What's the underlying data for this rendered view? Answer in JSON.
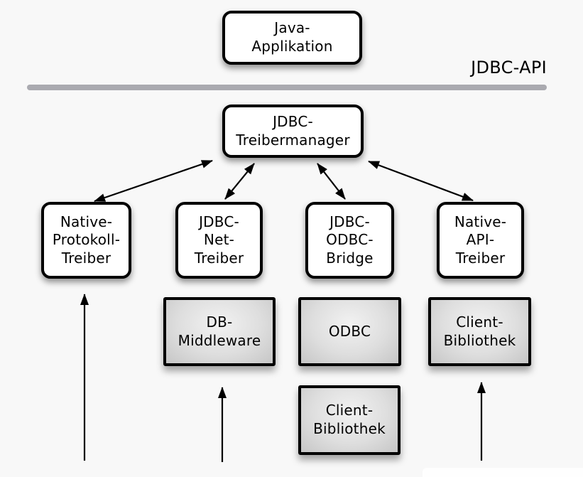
{
  "annotations": {
    "jdbc_api": "JDBC-API"
  },
  "nodes": {
    "java_application": {
      "label": "Java-\nApplikation"
    },
    "treibermanager": {
      "label": "JDBC-\nTreibermanager"
    },
    "native_protokoll_treiber": {
      "label": "Native-\nProtokoll-\nTreiber"
    },
    "jdbc_net_treiber": {
      "label": "JDBC-\nNet-\nTreiber"
    },
    "jdbc_odbc_bridge": {
      "label": "JDBC-\nODBC-\nBridge"
    },
    "native_api_treiber": {
      "label": "Native-\nAPI-\nTreiber"
    },
    "db_middleware": {
      "label": "DB-\nMiddleware"
    },
    "odbc": {
      "label": "ODBC"
    },
    "client_bibliothek_odbc": {
      "label": "Client-\nBibliothek"
    },
    "client_bibliothek_native": {
      "label": "Client-\nBibliothek"
    }
  },
  "colors": {
    "background": "#f8f8f8",
    "box_fill": "#ffffff",
    "box_border": "#000000",
    "divider": "#aaaab0",
    "gray_box_light": "#f2f2f2",
    "gray_box_dark": "#c6c6c6",
    "arrow": "#000000"
  }
}
